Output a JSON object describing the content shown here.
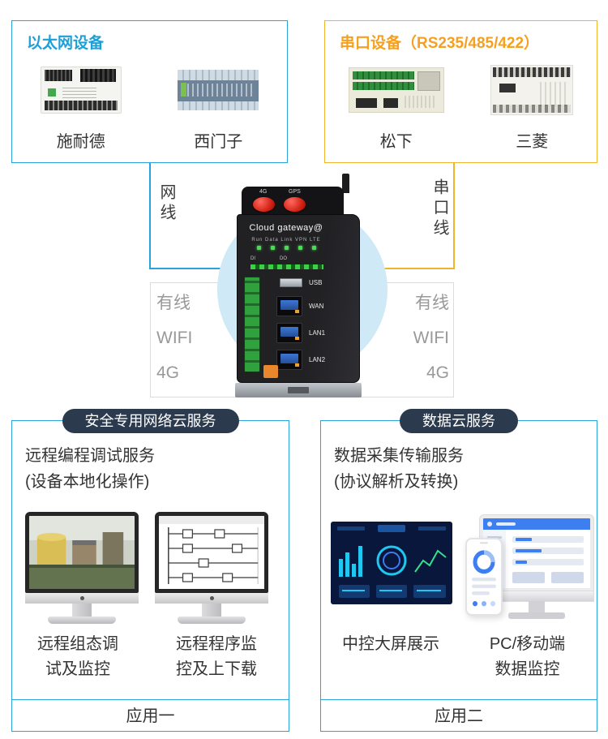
{
  "colors": {
    "blue": "#1d9fd8",
    "yellow": "#f0b42a",
    "pill_bg": "#2c3a4e",
    "gray_text": "#999999"
  },
  "top_left": {
    "title": "以太网设备",
    "devices": [
      {
        "label": "施耐德"
      },
      {
        "label": "西门子"
      }
    ]
  },
  "top_right": {
    "title": "串口设备（RS235/485/422）",
    "devices": [
      {
        "label": "松下"
      },
      {
        "label": "三菱"
      }
    ]
  },
  "middle": {
    "left_cable_label": "网线",
    "right_cable_label": "串口线",
    "left_modes": [
      "有线",
      "WIFI",
      "4G"
    ],
    "right_modes": [
      "有线",
      "WIFI",
      "4G"
    ]
  },
  "gateway": {
    "brand": "Cloud gateway@",
    "status_leds": "Run Data Link VPN LTE",
    "io_di": "DI",
    "io_do": "DO",
    "antenna_left": "4G",
    "antenna_right": "GPS",
    "port_usb": "USB",
    "port_wan": "WAN",
    "port_lan1": "LAN1",
    "port_lan2": "LAN2"
  },
  "app_left": {
    "header": "安全专用网络云服务",
    "title": "远程编程调试服务",
    "subtitle": "(设备本地化操作)",
    "captions": [
      {
        "label": "远程组态调\n试及监控"
      },
      {
        "label": "远程程序监\n控及上下载"
      }
    ],
    "footer": "应用一"
  },
  "app_right": {
    "header": "数据云服务",
    "title": "数据采集传输服务",
    "subtitle": "(协议解析及转换)",
    "captions": [
      {
        "label": "中控大屏展示"
      },
      {
        "label": "PC/移动端\n数据监控"
      }
    ],
    "footer": "应用二"
  }
}
